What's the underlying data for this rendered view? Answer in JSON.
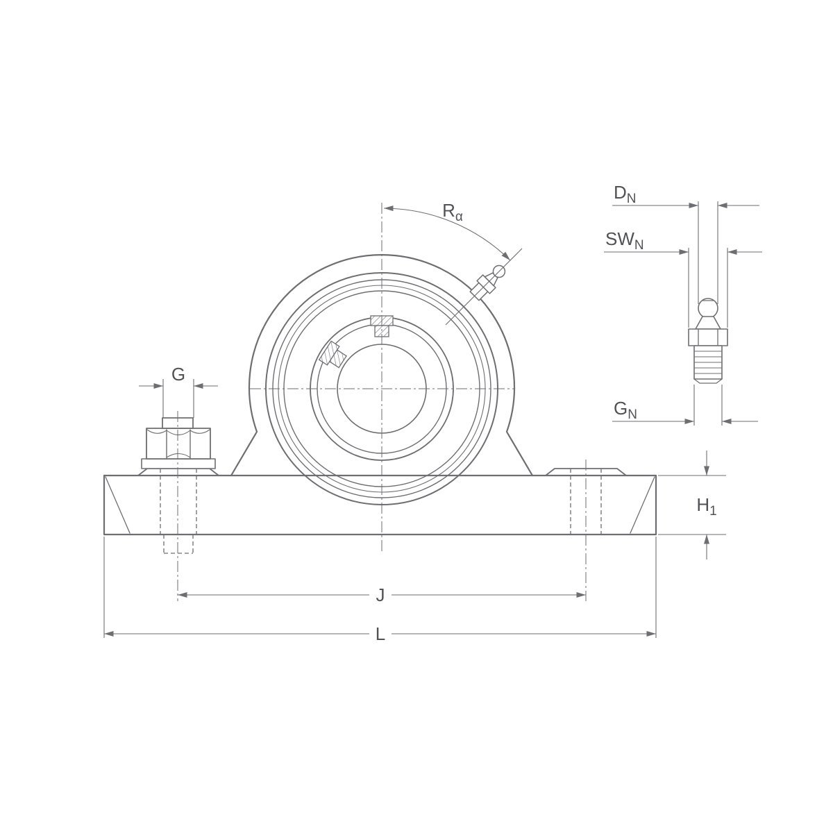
{
  "labels": {
    "radial_angle": {
      "main": "R",
      "sub": "α"
    },
    "bolt_diameter": "G",
    "nipple_head_diameter": {
      "main": "D",
      "sub": "N"
    },
    "nipple_hex_width": {
      "main": "SW",
      "sub": "N"
    },
    "nipple_thread": {
      "main": "G",
      "sub": "N"
    },
    "base_height": {
      "main": "H",
      "sub": "1"
    },
    "bolt_spacing": "J",
    "base_length": "L"
  },
  "colors": {
    "line": "#6d6e71",
    "label_text": "#515255",
    "bore_fill": "#d9d9d9",
    "background": "#ffffff"
  }
}
